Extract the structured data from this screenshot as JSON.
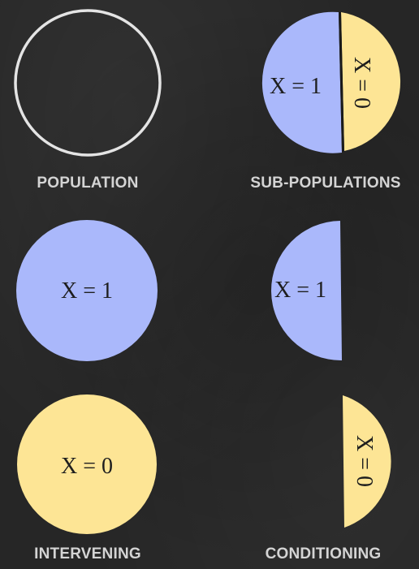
{
  "labels": {
    "population": "POPULATION",
    "sub_populations": "SUB-POPULATIONS",
    "intervening": "INTERVENING",
    "conditioning": "CONDITIONING"
  },
  "math": {
    "x_equals_1": "X = 1",
    "x_equals_0": "X = 0"
  },
  "colors": {
    "background": "#262626",
    "blue": "#aab8fb",
    "yellow": "#fde595",
    "outline": "#e4e4e4",
    "label_text": "#d4d4d4"
  }
}
